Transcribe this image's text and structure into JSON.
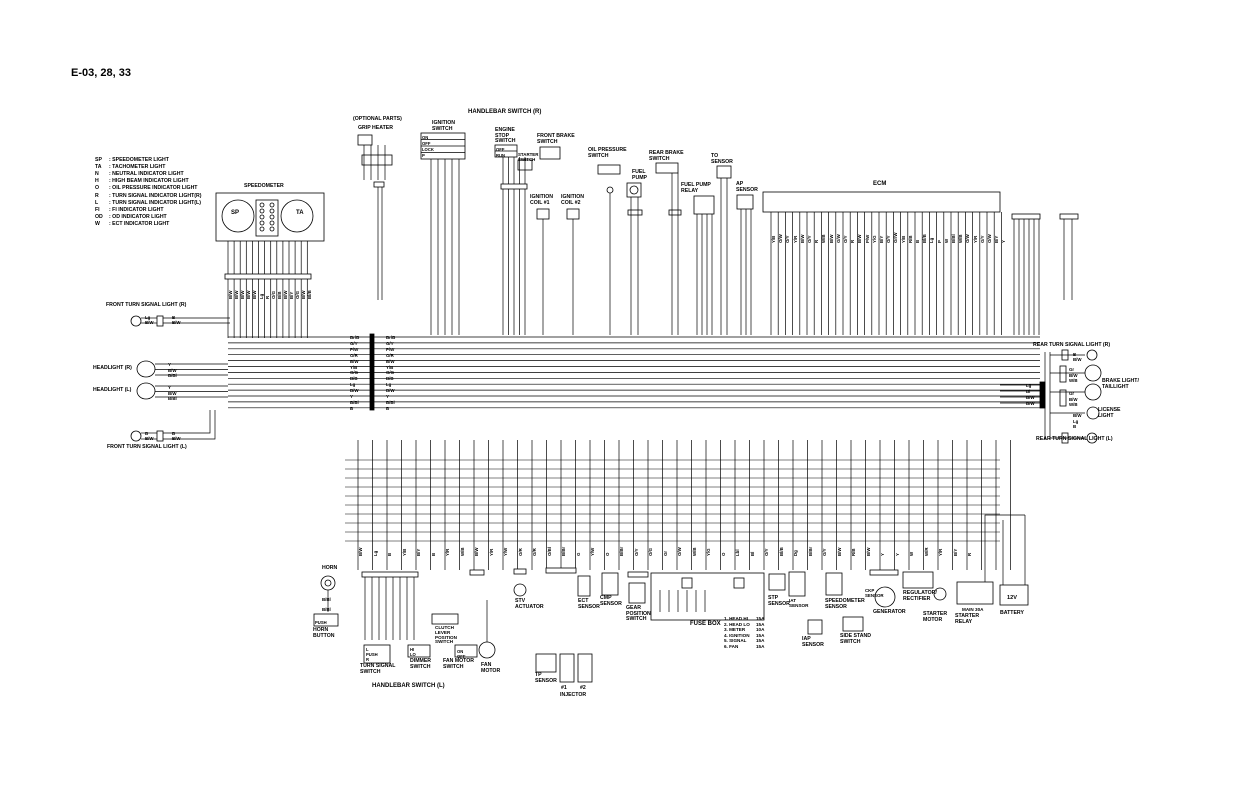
{
  "region_code": "E-03, 28, 33",
  "handlebar_right": "HANDLEBAR SWITCH (R)",
  "handlebar_left": "HANDLEBAR SWITCH (L)",
  "legend": [
    {
      "code": "SP",
      "desc": "SPEEDOMETER LIGHT"
    },
    {
      "code": "TA",
      "desc": "TACHOMETER LIGHT"
    },
    {
      "code": "N",
      "desc": "NEUTRAL INDICATOR LIGHT"
    },
    {
      "code": "H",
      "desc": "HIGH BEAM INDICATOR LIGHT"
    },
    {
      "code": "O",
      "desc": "OIL PRESSURE INDICATOR LIGHT"
    },
    {
      "code": "R",
      "desc": "TURN SIGNAL INDICATOR LIGHT(R)"
    },
    {
      "code": "L",
      "desc": "TURN SIGNAL INDICATOR LIGHT(L)"
    },
    {
      "code": "FI",
      "desc": "FI INDICATOR LIGHT"
    },
    {
      "code": "OD",
      "desc": "OD INDICATOR LIGHT"
    },
    {
      "code": "W",
      "desc": "ECT INDICATOR LIGHT"
    }
  ],
  "components": {
    "optional_parts": "(OPTIONAL PARTS)",
    "grip_heater": "GRIP HEATER",
    "ignition_switch": "IGNITION\nSWITCH",
    "engine_stop_switch": "ENGINE\nSTOP\nSWITCH",
    "starter_switch": "STARTER\nSWITCH",
    "front_brake_switch": "FRONT BRAKE\nSWITCH",
    "oil_pressure_switch": "OIL PRESSURE\nSWITCH",
    "rear_brake_switch": "REAR BRAKE\nSWITCH",
    "to_sensor": "TO\nSENSOR",
    "ignition_coil_1": "IGNITION\nCOIL #1",
    "ignition_coil_2": "IGNITION\nCOIL #2",
    "fuel_pump": "FUEL\nPUMP",
    "fuel_pump_relay": "FUEL PUMP\nRELAY",
    "ap_sensor": "AP\nSENSOR",
    "ecm": "ECM",
    "speedometer": "SPEEDOMETER",
    "gauge_sp": "SP",
    "gauge_ta": "TA",
    "front_turn_r": "FRONT TURN SIGNAL LIGHT (R)",
    "front_turn_l": "FRONT TURN SIGNAL LIGHT (L)",
    "headlight_r": "HEADLIGHT (R)",
    "headlight_l": "HEADLIGHT (L)",
    "rear_turn_r": "REAR TURN SIGNAL LIGHT (R)",
    "rear_turn_l": "REAR TURN SIGNAL LIGHT (L)",
    "brake_tail": "BRAKE LIGHT/\nTAILLIGHT",
    "license_light": "LICENSE\nLIGHT",
    "horn": "HORN",
    "horn_button": "HORN\nBUTTON",
    "turn_signal_switch": "TURN SIGNAL\nSWITCH",
    "dimmer_switch": "DIMMER\nSWITCH",
    "clutch_switch": "CLUTCH\nLEVER\nPOSITION\nSWITCH",
    "fan_motor_switch": "FAN MOTOR\nSWITCH",
    "fan_motor": "FAN\nMOTOR",
    "stv_actuator": "STV\nACTUATOR",
    "tp_sensor": "TP\nSENSOR",
    "injector": "INJECTOR",
    "inj1": "#1",
    "inj2": "#2",
    "ect_sensor": "ECT\nSENSOR",
    "cmp_sensor": "CMP\nSENSOR",
    "gear_position_switch": "GEAR\nPOSITION\nSWITCH",
    "fuse_box": "FUSE BOX",
    "stp_sensor": "STP\nSENSOR",
    "iat_sensor": "IAT\nSENSOR",
    "iap_sensor": "IAP\nSENSOR",
    "speedometer_sensor": "SPEEDOMETER\nSENSOR",
    "side_stand_switch": "SIDE STAND\nSWITCH",
    "ckp_sensor": "CKP\nSENSOR",
    "generator": "GENERATOR",
    "regulator": "REGULATOR/\nRECTIFIER",
    "starter_motor": "STARTER\nMOTOR",
    "starter_relay": "STARTER\nRELAY",
    "main_fuse": "MAIN 30A",
    "battery": "BATTERY",
    "battery_voltage": "12V"
  },
  "fuses": [
    {
      "no": "1.",
      "name": "HEAD HI",
      "amp": "15A"
    },
    {
      "no": "2.",
      "name": "HEAD LO",
      "amp": "15A"
    },
    {
      "no": "3.",
      "name": "METER",
      "amp": "10A"
    },
    {
      "no": "4.",
      "name": "IGNITION",
      "amp": "15A"
    },
    {
      "no": "5.",
      "name": "SIGNAL",
      "amp": "15A"
    },
    {
      "no": "6.",
      "name": "FAN",
      "amp": "15A"
    }
  ],
  "switch_table_labels": {
    "ign_on": "ON",
    "ign_off": "OFF",
    "ign_lock": "LOCK",
    "ign_p": "P",
    "stop_off": "OFF",
    "stop_run": "RUN",
    "lr_l": "L",
    "lr_push": "PUSH",
    "lr_r": "R",
    "dim_hi": "HI",
    "dim_lo": "LO",
    "fan_on": "ON",
    "fan_off": "OFF",
    "horn_push": "PUSH"
  },
  "harness_left_rows": [
    {
      "l": "Br/B",
      "r": "Br/B"
    },
    {
      "l": "G/Y",
      "r": "G/Y"
    },
    {
      "l": "P/W",
      "r": "P/W"
    },
    {
      "l": "O/R",
      "r": "O/R"
    },
    {
      "l": "B/W",
      "r": "B/W"
    },
    {
      "l": "Y/B",
      "r": "Y/B"
    },
    {
      "l": "O/G",
      "r": "O/G"
    },
    {
      "l": "B/B",
      "r": "B/B"
    },
    {
      "l": "Lg",
      "r": "Lg"
    },
    {
      "l": "B/W",
      "r": "B/W"
    },
    {
      "l": "Y",
      "r": "Y"
    },
    {
      "l": "B/Bl",
      "r": "B/Bl"
    },
    {
      "l": "B",
      "r": "B"
    }
  ],
  "front_r_wires": [
    "Lg",
    "B/W",
    "B",
    "B/W"
  ],
  "front_l_wires": [
    "B",
    "B/W",
    "B",
    "B/W"
  ],
  "headlight_r_wires": [
    "Y",
    "B/W",
    "B/Bl"
  ],
  "headlight_l_wires": [
    "Y",
    "B/W",
    "B/Bl"
  ],
  "rear_harness_wires": [
    "Lg",
    "Bl",
    "B/W",
    "B/W"
  ],
  "rear_r_wires": [
    "B",
    "B/W"
  ],
  "brake_wires": [
    "Gr",
    "B/W",
    "W/B"
  ],
  "license_wires": [
    "Gr",
    "B/W",
    "W/B"
  ],
  "rear_l_wires": [
    "B/W",
    "Lg",
    "B"
  ],
  "horn_wires": [
    "B/Bl",
    "B/Bl"
  ],
  "speedo_bus_wires": [
    "B/W",
    "B/W",
    "B/W",
    "B/W",
    "B/W",
    "Lg",
    "R",
    "O/G",
    "B/B",
    "B/W",
    "B/Y",
    "O/G",
    "B/W",
    "Bl/B"
  ],
  "ecm_wires": [
    "Y/B",
    "O/W",
    "O/Y",
    "Y/R",
    "B/W",
    "O/Y",
    "R",
    "W/B",
    "B/W",
    "G/W",
    "O/Y",
    "R",
    "B/W",
    "P/W",
    "Y/G",
    "B/Y",
    "O/Y",
    "Gr/W",
    "Y/B",
    "R/B",
    "B",
    "Bl/B",
    "Lg",
    "P",
    "W",
    "B/Bl",
    "W/B",
    "O/W",
    "Y/R",
    "G/Y",
    "O/W",
    "B/Y",
    "Y"
  ],
  "bottom_bus_wires": [
    "B/W",
    "Lg",
    "B",
    "Y/B",
    "B/Y",
    "B",
    "Y/R",
    "W/B",
    "B/W",
    "Y/R",
    "Y/W",
    "O/R",
    "G/R",
    "O/Bl",
    "B/Br",
    "G",
    "Y/W",
    "O",
    "B/Br",
    "O/Y",
    "O/G",
    "Gr",
    "O/W",
    "W/B",
    "Y/G",
    "O",
    "Lbl",
    "Bl",
    "O/Y",
    "Bl/B",
    "Dg",
    "B/Br",
    "G/Y",
    "B/W",
    "R/B",
    "B/W",
    "Y",
    "Y",
    "W",
    "W/R",
    "Y/R",
    "B/Y",
    "R"
  ]
}
